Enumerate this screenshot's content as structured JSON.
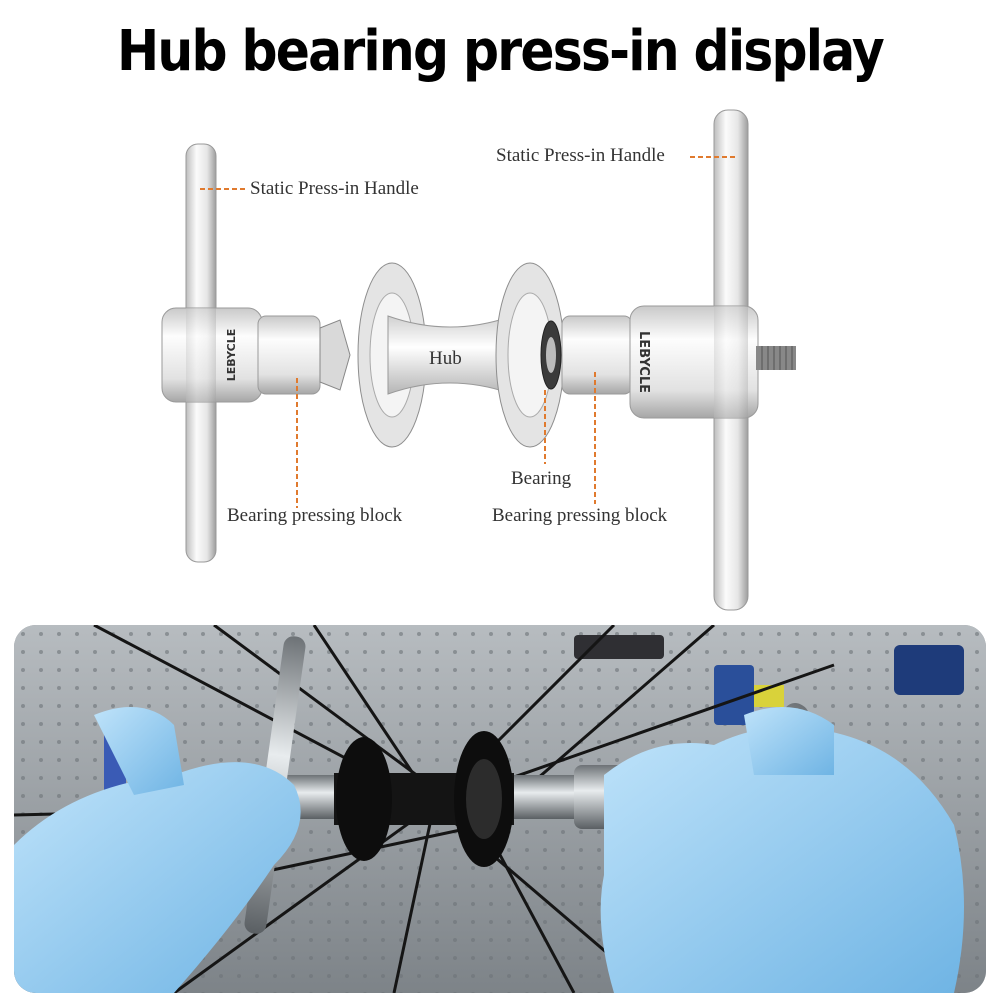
{
  "title": "Hub bearing press-in display",
  "diagram": {
    "labels": {
      "handle_left": "Static Press-in Handle",
      "handle_right": "Static Press-in Handle",
      "hub": "Hub",
      "bearing": "Bearing",
      "block_left": "Bearing pressing block",
      "block_right": "Bearing pressing block"
    },
    "brand_left": "LEBYCLE",
    "brand_right": "LEBYCLE"
  },
  "photo": {
    "description_icon": "photo-hands-pressing-bearing"
  },
  "colors": {
    "leader": "#e07a2e",
    "metal_light": "#f2f2f2",
    "metal_dark": "#9a9a9a",
    "glove": "#8ecbf0",
    "hub_black": "#111111"
  }
}
